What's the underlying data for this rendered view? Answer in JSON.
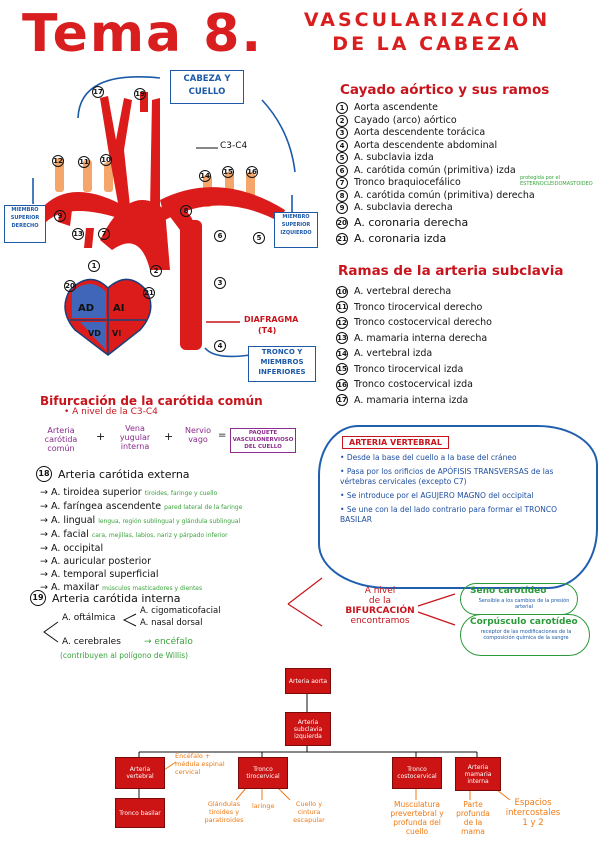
{
  "header": {
    "title": "Tema 8.",
    "subtitle_line1": "VASCULARIZACIÓN",
    "subtitle_line2": "DE LA CABEZA"
  },
  "diagram": {
    "box_head": "CABEZA Y CUELLO",
    "box_left": "MIEMBRO SUPERIOR DERECHO",
    "box_right": "MIEMBRO SUPERIOR IZQUIERDO",
    "box_bottom": "TRONCO Y MIEMBROS INFERIORES",
    "c3c4": "C3-C4",
    "diafragma": "DIAFRAGMA",
    "t4": "(T4)",
    "ad": "AD",
    "ai": "AI",
    "vd": "VD",
    "vi": "VI",
    "labels": [
      "17",
      "19",
      "12",
      "11",
      "10",
      "9",
      "13",
      "7",
      "14",
      "15",
      "16",
      "8",
      "6",
      "1",
      "2",
      "20",
      "21",
      "3",
      "4",
      "5"
    ]
  },
  "cayado": {
    "title": "Cayado aórtico y sus ramos",
    "items": [
      {
        "n": "1",
        "t": "Aorta ascendente"
      },
      {
        "n": "2",
        "t": "Cayado (arco) aórtico"
      },
      {
        "n": "3",
        "t": "Aorta descendente torácica"
      },
      {
        "n": "4",
        "t": "Aorta descendente abdominal"
      },
      {
        "n": "5",
        "t": "A. subclavia izda"
      },
      {
        "n": "6",
        "t": "A. carótida común (primitiva) izda"
      },
      {
        "n": "7",
        "t": "Tronco braquiocefálico"
      },
      {
        "n": "8",
        "t": "A. carótida común (primitiva) derecha"
      },
      {
        "n": "9",
        "t": "A. subclavia derecha"
      },
      {
        "n": "20",
        "t": "A. coronaria derecha"
      },
      {
        "n": "21",
        "t": "A. coronaria izda"
      }
    ],
    "note": "protegida por el ESTERNOCLEIDOMASTOIDEO"
  },
  "subclavia": {
    "title": "Ramas de la arteria subclavia",
    "items": [
      {
        "n": "10",
        "t": "A. vertebral derecha"
      },
      {
        "n": "11",
        "t": "Tronco tirocervical derecho"
      },
      {
        "n": "12",
        "t": "Tronco costocervical derecho"
      },
      {
        "n": "13",
        "t": "A. mamaria interna derecha"
      },
      {
        "n": "14",
        "t": "A. vertebral izda"
      },
      {
        "n": "15",
        "t": "Tronco tirocervical izda"
      },
      {
        "n": "16",
        "t": "Tronco costocervical izda"
      },
      {
        "n": "17",
        "t": "A. mamaria interna izda"
      }
    ]
  },
  "bifurcacion": {
    "title": "Bifurcación de la carótida común",
    "sub": "• A nivel de la C3-C4",
    "eq_a": "Arteria carótida común",
    "eq_plus1": "+",
    "eq_b": "Vena yugular interna",
    "eq_plus2": "+",
    "eq_c": "Nervio vago",
    "eq_arrow": "=",
    "paquete": "PAQUETE VASCULONERVIOSO DEL CUELLO"
  },
  "externa": {
    "num": "18",
    "title": "Arteria carótida externa",
    "items": [
      {
        "t": "A. tiroidea superior",
        "note": "tiroides, faringe y cuello"
      },
      {
        "t": "A. faríngea ascendente",
        "note": "pared lateral de la faringe"
      },
      {
        "t": "A. lingual",
        "note": "lengua, región sublingual y glándula sublingual"
      },
      {
        "t": "A. facial",
        "note": "cara, mejillas, labios, nariz y párpado inferior"
      },
      {
        "t": "A. occipital",
        "note": ""
      },
      {
        "t": "A. auricular posterior",
        "note": ""
      },
      {
        "t": "A. temporal superficial",
        "note": ""
      },
      {
        "t": "A. maxilar",
        "note": "músculos masticadores y dientes"
      }
    ]
  },
  "interna": {
    "num": "19",
    "title": "Arteria carótida interna",
    "oftalmica": "A. oftálmica",
    "cigomatico": "A. cigomaticofacial",
    "nasal": "A. nasal dorsal",
    "cerebrales": "A. cerebrales",
    "encefalo": "→ encéfalo",
    "willis": "(contribuyen al polígono de Willis)"
  },
  "vertebral": {
    "title": "ARTERIA VERTEBRAL",
    "b1": "Desde la base del cuello a la base del cráneo",
    "b2": "Pasa por los orificios de APÓFISIS TRANSVERSAS de las vértebras cervicales (excepto C7)",
    "b3": "Se introduce por el AGUJERO MAGNO del occipital",
    "b4": "Se une con la del lado contrario para formar el TRONCO BASILAR"
  },
  "bif_nivel": {
    "text1": "A nivel",
    "text2": "de la",
    "text3": "BIFURCACIÓN",
    "text4": "encontramos",
    "seno": "Seno carotídeo",
    "seno_note": "Sensible a los cambios de la presión arterial",
    "corpusculo": "Corpúsculo carotídeo",
    "corp_note": "receptor de las modificaciones de la composición química de la sangre"
  },
  "flow": {
    "root": "Arteria aorta",
    "sub": "Arteria subclavia izquierda",
    "b1": "Arteria vertebral",
    "b2": "Tronco tirocervical",
    "b3": "Tronco costocervical",
    "b4": "Arteria mamaria interna",
    "b1child": "Tronco basilar",
    "b1note": "Encéfalo + médula espinal cervical",
    "b2n1": "Glándulas tiroides y paratiroides",
    "b2n2": "laringe",
    "b2n3": "Cuello y cintura escapular",
    "b3n1": "Musculatura prevertebral y profunda del cuello",
    "b4n1": "Parte profunda de la mama",
    "b4n2": "Espacios intercostales 1 y 2"
  }
}
